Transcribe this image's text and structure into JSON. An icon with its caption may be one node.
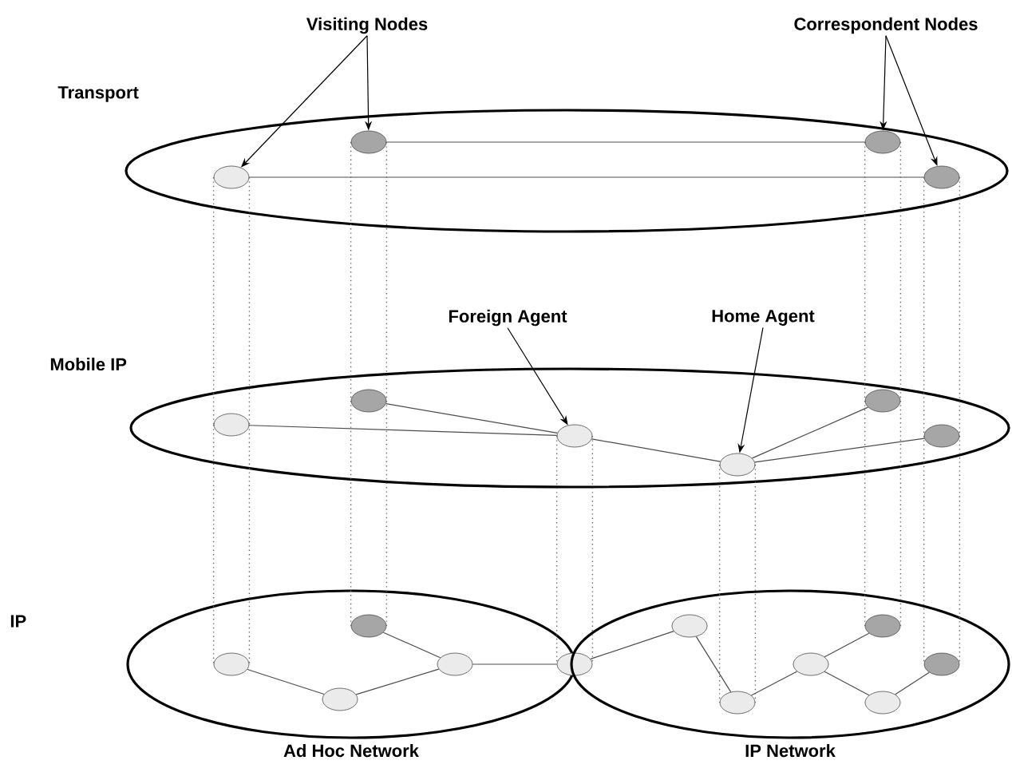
{
  "diagram": {
    "nodes": [
      {
        "text": [
          "Visiting Nodes"
        ]
      },
      {
        "text": [
          "Correspondent Nodes"
        ]
      },
      {
        "text": [],
        "shape": "ellipse"
      },
      {
        "text": [],
        "shape": "circle",
        "in": 2
      },
      {
        "text": [],
        "shape": "circle",
        "in": 2
      },
      {
        "text": [],
        "shape": "circle",
        "in": 2
      },
      {
        "text": [],
        "shape": "circle",
        "in": 2
      },
      {
        "text": [
          "Foreign Agent"
        ]
      },
      {
        "text": [
          "Home Agent"
        ]
      },
      {
        "text": [],
        "shape": "ellipse"
      },
      {
        "text": [],
        "shape": "circle",
        "in": 9
      },
      {
        "text": [],
        "shape": "circle",
        "in": 9
      },
      {
        "text": [],
        "shape": "circle",
        "in": 9
      },
      {
        "text": [],
        "shape": "circle",
        "in": 9
      },
      {
        "text": [],
        "shape": "circle",
        "in": 9
      },
      {
        "text": [],
        "shape": "circle",
        "in": 9
      },
      {
        "text": [
          "Ad Hoc Network"
        ]
      },
      {
        "text": [],
        "shape": "circle",
        "in": 16
      },
      {
        "text": [],
        "shape": "circle",
        "in": 16
      },
      {
        "text": [],
        "shape": "circle",
        "in": 16
      },
      {
        "text": [],
        "shape": "circle",
        "in": 16
      },
      {
        "text": [],
        "shape": "circle"
      },
      {
        "text": [
          "IP Network"
        ]
      },
      {
        "text": [],
        "shape": "circle",
        "in": 22
      },
      {
        "text": [],
        "shape": "circle",
        "in": 22
      },
      {
        "text": [],
        "shape": "circle",
        "in": 22
      },
      {
        "text": [],
        "shape": "circle",
        "in": 22
      },
      {
        "text": [],
        "shape": "circle",
        "in": 22
      },
      {
        "text": [],
        "shape": "circle",
        "in": 22
      }
    ],
    "edges": [
      {
        "from": 0,
        "to": 3,
        "arrow": "to"
      },
      {
        "from": 0,
        "to": 4,
        "arrow": "to"
      },
      {
        "from": 1,
        "to": 5,
        "arrow": "to"
      },
      {
        "from": 1,
        "to": 6,
        "arrow": "to"
      },
      {
        "from": 7,
        "to": 12,
        "arrow": "to"
      },
      {
        "from": 8,
        "to": 13,
        "arrow": "to"
      },
      {
        "from": 4,
        "to": 5,
        "arrow": "none"
      },
      {
        "from": 3,
        "to": 6,
        "arrow": "none"
      },
      {
        "from": 3,
        "to": 10,
        "arrow": "none",
        "style": "dashed"
      },
      {
        "from": 10,
        "to": 17,
        "arrow": "none",
        "style": "dashed"
      },
      {
        "from": 4,
        "to": 11,
        "arrow": "none",
        "style": "dashed"
      },
      {
        "from": 11,
        "to": 18,
        "arrow": "none",
        "style": "dashed"
      },
      {
        "from": 5,
        "to": 14,
        "arrow": "none",
        "style": "dashed"
      },
      {
        "from": 14,
        "to": 26,
        "arrow": "none",
        "style": "dashed"
      },
      {
        "from": 6,
        "to": 15,
        "arrow": "none",
        "style": "dashed"
      },
      {
        "from": 15,
        "to": 28,
        "arrow": "none",
        "style": "dashed"
      },
      {
        "from": 12,
        "to": 21,
        "arrow": "none",
        "style": "dashed"
      },
      {
        "from": 13,
        "to": 24,
        "arrow": "none",
        "style": "dashed"
      },
      {
        "from": 10,
        "to": 12,
        "arrow": "none"
      },
      {
        "from": 11,
        "to": 12,
        "arrow": "none"
      },
      {
        "from": 12,
        "to": 13,
        "arrow": "none"
      },
      {
        "from": 13,
        "to": 14,
        "arrow": "none"
      },
      {
        "from": 13,
        "to": 15,
        "arrow": "none"
      },
      {
        "from": 17,
        "to": 19,
        "arrow": "none"
      },
      {
        "from": 19,
        "to": 20,
        "arrow": "none"
      },
      {
        "from": 18,
        "to": 20,
        "arrow": "none"
      },
      {
        "from": 20,
        "to": 21,
        "arrow": "none"
      },
      {
        "from": 21,
        "to": 23,
        "arrow": "none"
      },
      {
        "from": 23,
        "to": 24,
        "arrow": "none"
      },
      {
        "from": 24,
        "to": 25,
        "arrow": "none"
      },
      {
        "from": 25,
        "to": 26,
        "arrow": "none"
      },
      {
        "from": 25,
        "to": 27,
        "arrow": "none"
      },
      {
        "from": 27,
        "to": 28,
        "arrow": "none"
      }
    ],
    "labels": [
      "Transport",
      "Mobile IP",
      "IP"
    ]
  }
}
